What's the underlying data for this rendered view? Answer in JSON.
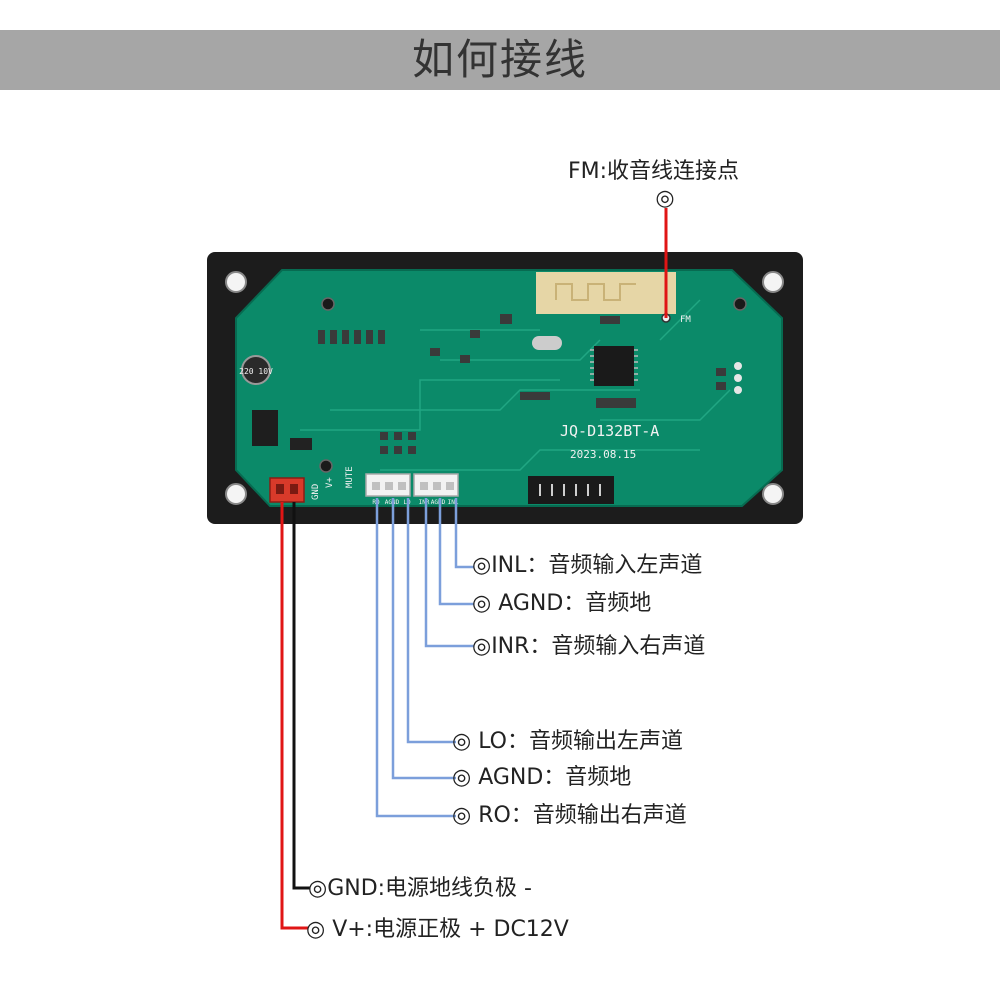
{
  "title": "如何接线",
  "board": {
    "model": "JQ-D132BT-A",
    "date": "2023.08.15",
    "fm_pad": "FM",
    "side_labels": {
      "mute": "MUTE",
      "vplus": "V+",
      "gnd": "GND"
    },
    "connector_pins": [
      "RO",
      "AGND",
      "LO",
      "INR",
      "AGND",
      "INL"
    ],
    "capacitor_text": "220 10V"
  },
  "callouts": {
    "fm": "FM:收音线连接点",
    "inl": "◎INL：音频输入左声道",
    "agnd_in": "◎ AGND：音频地",
    "inr": "◎INR：音频输入右声道",
    "lo": "◎ LO：音频输出左声道",
    "agnd_out": "◎ AGND：音频地",
    "ro": "◎ RO：音频输出右声道",
    "gnd": "◎GND:电源地线负极 -",
    "vplus": "◎ V+:电源正极 +   DC12V"
  },
  "fm_marker": "◎",
  "colors": {
    "banner": "#a6a6a6",
    "pcb": "#0d8a6a",
    "frame": "#1a1a1a",
    "wire_red": "#e01515",
    "wire_black": "#111111",
    "wire_blue": "#7c9fdb"
  }
}
